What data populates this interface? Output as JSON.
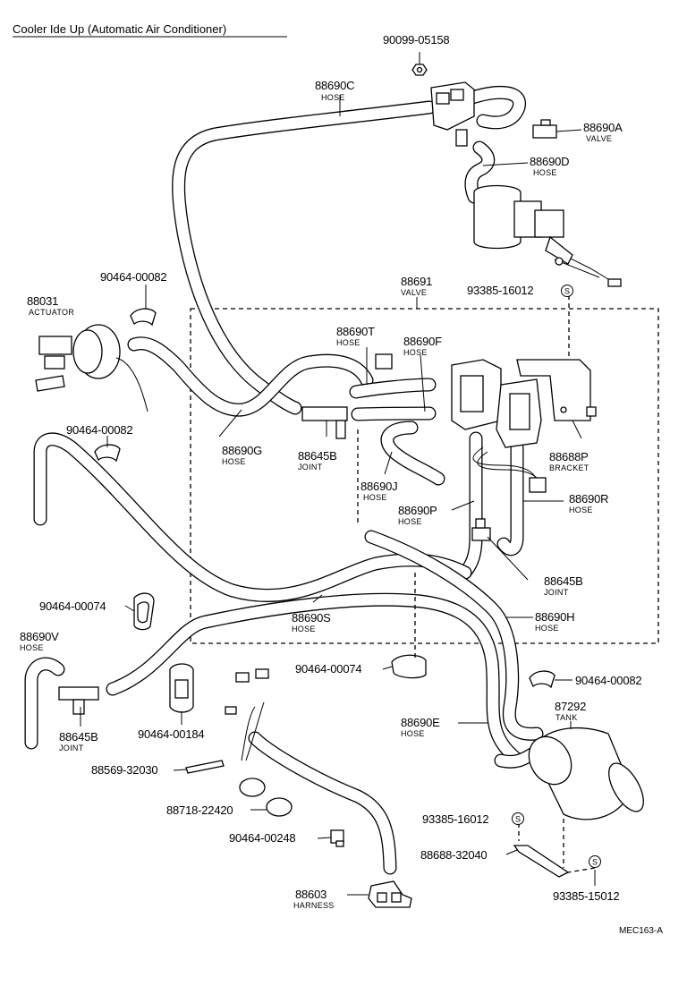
{
  "title": "Cooler Ide Up (Automatic Air Conditioner)",
  "code": "MEC163-A",
  "callouts": {
    "p90099_05158": {
      "num": "90099-05158"
    },
    "p88690C": {
      "num": "88690C",
      "name": "HOSE"
    },
    "p88690A": {
      "num": "88690A",
      "name": "VALVE"
    },
    "p88690D": {
      "num": "88690D",
      "name": "HOSE"
    },
    "p90464_00082_a": {
      "num": "90464-00082"
    },
    "p88031": {
      "num": "88031",
      "name": "ACTUATOR"
    },
    "p88691": {
      "num": "88691",
      "name": "VALVE"
    },
    "p93385_16012_a": {
      "num": "93385-16012",
      "mark": "S"
    },
    "p88690T": {
      "num": "88690T",
      "name": "HOSE"
    },
    "p88690F": {
      "num": "88690F",
      "name": "HOSE"
    },
    "p90464_00082_b": {
      "num": "90464-00082"
    },
    "p88690G": {
      "num": "88690G",
      "name": "HOSE"
    },
    "p88645B_a": {
      "num": "88645B",
      "name": "JOINT"
    },
    "p88688P": {
      "num": "88688P",
      "name": "BRACKET"
    },
    "p88690J": {
      "num": "88690J",
      "name": "HOSE"
    },
    "p88690P": {
      "num": "88690P",
      "name": "HOSE"
    },
    "p88690R": {
      "num": "88690R",
      "name": "HOSE"
    },
    "p88645B_b": {
      "num": "88645B",
      "name": "JOINT"
    },
    "p90464_00074_a": {
      "num": "90464-00074"
    },
    "p88690S": {
      "num": "88690S",
      "name": "HOSE"
    },
    "p88690H": {
      "num": "88690H",
      "name": "HOSE"
    },
    "p88690V": {
      "num": "88690V",
      "name": "HOSE"
    },
    "p90464_00074_b": {
      "num": "90464-00074"
    },
    "p90464_00082_c": {
      "num": "90464-00082"
    },
    "p88645B_c": {
      "num": "88645B",
      "name": "JOINT"
    },
    "p90464_00184": {
      "num": "90464-00184"
    },
    "p88690E": {
      "num": "88690E",
      "name": "HOSE"
    },
    "p87292": {
      "num": "87292",
      "name": "TANK"
    },
    "p88569_32030": {
      "num": "88569-32030"
    },
    "p88718_22420": {
      "num": "88718-22420"
    },
    "p93385_16012_b": {
      "num": "93385-16012",
      "mark": "S"
    },
    "p90464_00248": {
      "num": "90464-00248"
    },
    "p88688_32040": {
      "num": "88688-32040"
    },
    "p88603": {
      "num": "88603",
      "name": "HARNESS"
    },
    "p93385_15012": {
      "num": "93385-15012",
      "mark": "S"
    }
  }
}
